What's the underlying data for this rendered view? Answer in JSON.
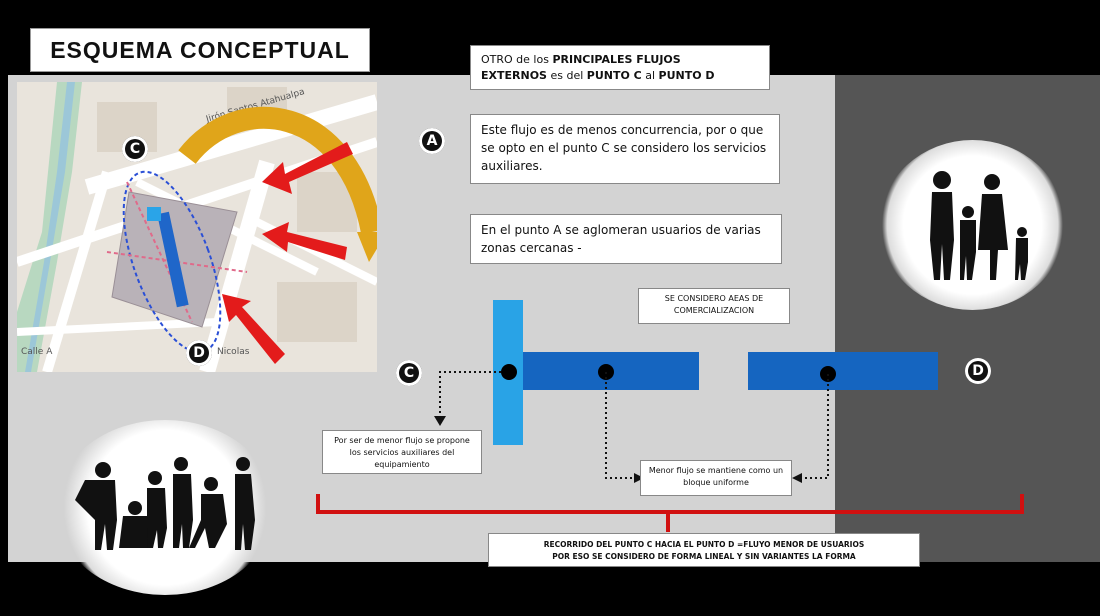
{
  "title": "ESQUEMA CONCEPTUAL",
  "notes": {
    "top_line1_a": "OTRO de los ",
    "top_line1_b": "PRINCIPALES FLUJOS",
    "top_line2_a": "EXTERNOS",
    "top_line2_b": " es del ",
    "top_line2_c": "PUNTO C",
    "top_line2_d": " al ",
    "top_line2_e": "PUNTO D",
    "middle": "Este flujo es de menos concurrencia, por o que se opto en el punto C se considero los servicios auxiliares.",
    "point_a": "En el punto A se aglomeran usuarios de varias zonas cercanas -",
    "commerce": "SE CONSIDERO AEAS DE COMERCIALIZACION",
    "left_small": "Por ser de menor flujo se propone los servicios auxiliares del equipamiento",
    "right_small": "Menor flujo se mantiene como un bloque uniforme",
    "bottom_line1": "RECORRIDO DEL PUNTO C HACIA EL PUNTO D =FLUYO MENOR DE USUARIOS",
    "bottom_line2": "POR ESO SE CONSIDERO DE FORMA LINEAL Y SIN VARIANTES LA FORMA"
  },
  "labels": {
    "badge_a": "A",
    "badge_c": "C",
    "badge_d": "D",
    "map_street_1": "Jirón Santos Atahualpa",
    "map_street_2": "Calle A",
    "map_place": "Nicolas"
  },
  "colors": {
    "arrow": "#e31b1b",
    "curve_arrow": "#e0a51a",
    "bar_dark": "#1565c0",
    "bar_light": "#29a3e6",
    "bracket": "#d11010"
  }
}
